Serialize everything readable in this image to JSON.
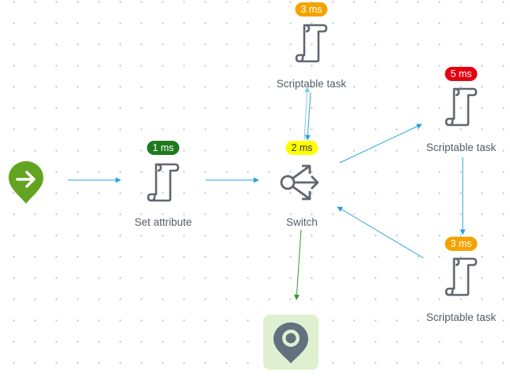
{
  "workflow": {
    "start": {
      "icon": "start-arrow-icon",
      "color": "#62a420"
    },
    "end": {
      "icon": "map-marker-icon",
      "background": "#dff0d0",
      "color": "#627080"
    },
    "nodes": [
      {
        "id": "set-attribute",
        "label": "Set attribute",
        "badge": "1 ms",
        "badge_color": "#1f7a1f",
        "icon": "scroll-icon"
      },
      {
        "id": "switch",
        "label": "Switch",
        "badge": "2 ms",
        "badge_color": "#ffff00",
        "icon": "switch-icon"
      },
      {
        "id": "scriptable-task-top",
        "label": "Scriptable task",
        "badge": "3 ms",
        "badge_color": "#f5a300",
        "icon": "scroll-icon"
      },
      {
        "id": "scriptable-task-right",
        "label": "Scriptable task",
        "badge": "5 ms",
        "badge_color": "#e6000f",
        "icon": "scroll-icon"
      },
      {
        "id": "scriptable-task-bottom",
        "label": "Scriptable task",
        "badge": "3 ms",
        "badge_color": "#f5a300",
        "icon": "scroll-icon"
      }
    ],
    "connections": [
      {
        "from": "start",
        "to": "set-attribute",
        "color": "#2aa3d8"
      },
      {
        "from": "set-attribute",
        "to": "switch",
        "color": "#2aa3d8"
      },
      {
        "from": "switch",
        "to": "scriptable-task-top",
        "color": "#7fcde8"
      },
      {
        "from": "scriptable-task-top",
        "to": "switch",
        "color": "#2aa3d8"
      },
      {
        "from": "switch",
        "to": "scriptable-task-right",
        "color": "#2aa3d8"
      },
      {
        "from": "scriptable-task-right",
        "to": "scriptable-task-bottom",
        "color": "#2aa3d8"
      },
      {
        "from": "scriptable-task-bottom",
        "to": "switch",
        "color": "#2aa3d8"
      },
      {
        "from": "switch",
        "to": "end",
        "color": "#2e9a2e"
      }
    ]
  }
}
